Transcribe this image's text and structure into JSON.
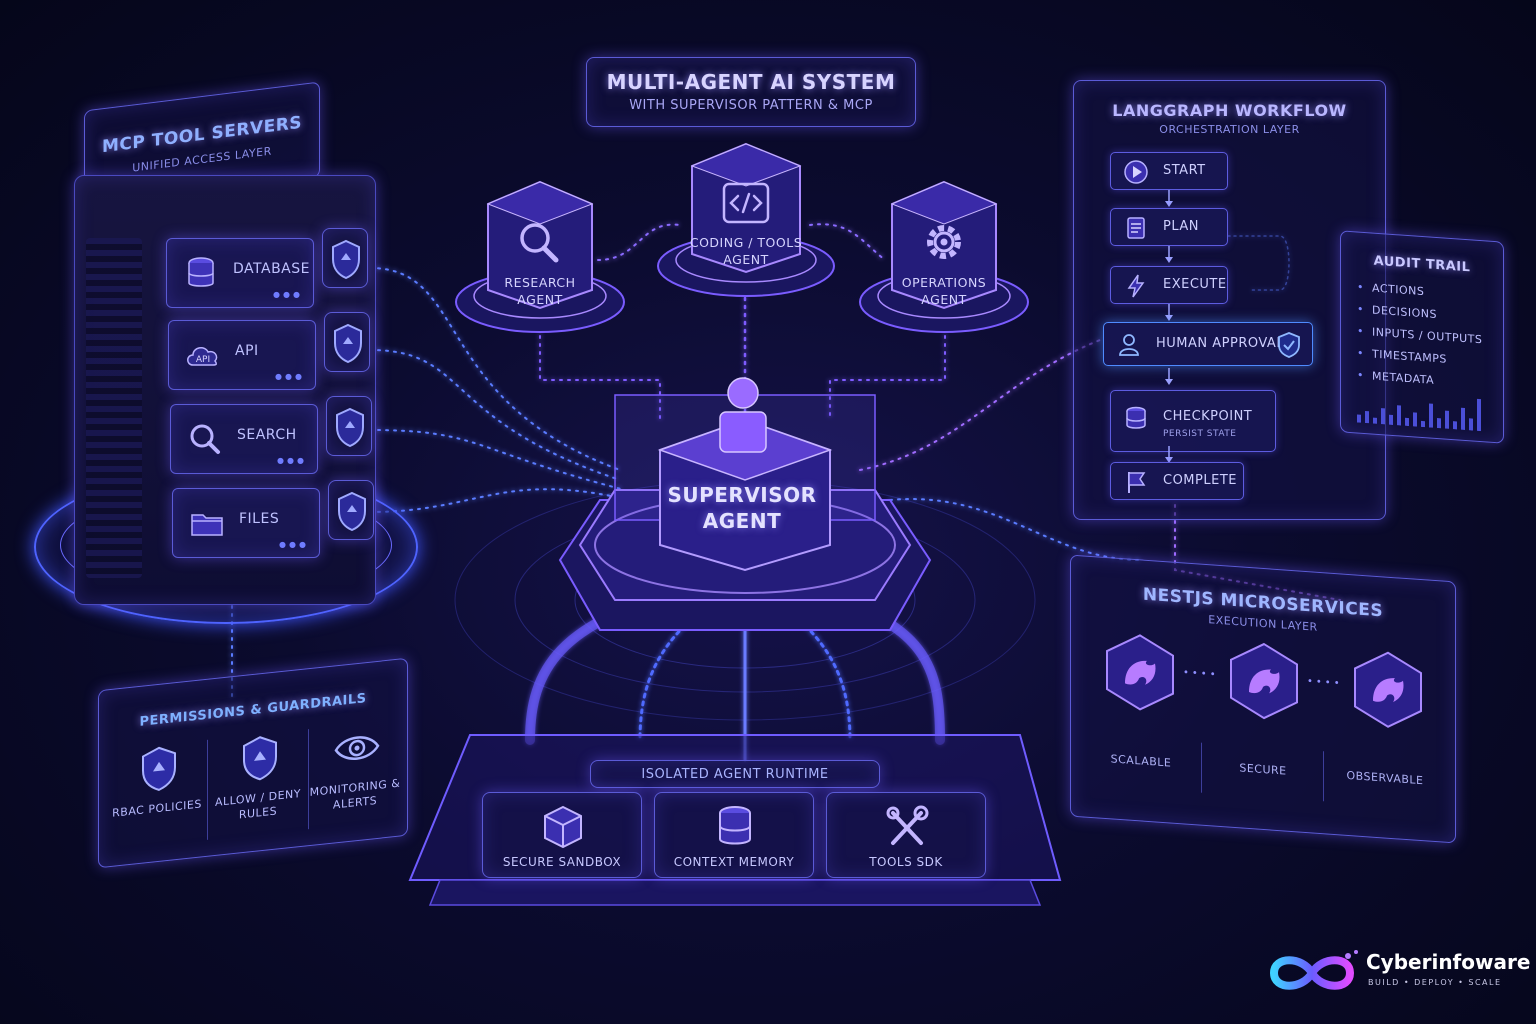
{
  "title": {
    "line1": "MULTI-AGENT AI SYSTEM",
    "line2": "WITH SUPERVISOR PATTERN & MCP"
  },
  "mcp": {
    "title": "MCP TOOL SERVERS",
    "subtitle": "UNIFIED ACCESS LAYER",
    "servers": [
      {
        "label": "DATABASE",
        "icon": "database-icon"
      },
      {
        "label": "API",
        "icon": "cloud-api-icon",
        "icon_text": "API"
      },
      {
        "label": "SEARCH",
        "icon": "search-icon"
      },
      {
        "label": "FILES",
        "icon": "folder-icon"
      }
    ]
  },
  "agents": {
    "research": {
      "line1": "RESEARCH",
      "line2": "AGENT",
      "icon": "magnifier-icon"
    },
    "coding": {
      "line1": "CODING / TOOLS",
      "line2": "AGENT",
      "icon": "code-icon"
    },
    "operations": {
      "line1": "OPERATIONS",
      "line2": "AGENT",
      "icon": "gear-icon"
    }
  },
  "supervisor": {
    "line1": "SUPERVISOR",
    "line2": "AGENT",
    "icon": "person-icon"
  },
  "runtime": {
    "title": "ISOLATED AGENT RUNTIME",
    "items": [
      {
        "label": "SECURE SANDBOX",
        "icon": "cube-icon"
      },
      {
        "label": "CONTEXT MEMORY",
        "icon": "database-icon"
      },
      {
        "label": "TOOLS SDK",
        "icon": "tools-icon"
      }
    ]
  },
  "permissions": {
    "title": "PERMISSIONS & GUARDRAILS",
    "items": [
      {
        "label": "RBAC POLICIES",
        "icon": "shield-icon"
      },
      {
        "label": "ALLOW / DENY RULES",
        "icon": "shield-icon"
      },
      {
        "label": "MONITORING & ALERTS",
        "icon": "eye-icon"
      }
    ]
  },
  "langgraph": {
    "title": "LANGGRAPH WORKFLOW",
    "subtitle": "ORCHESTRATION LAYER",
    "steps": [
      {
        "label": "START",
        "icon": "play-icon"
      },
      {
        "label": "PLAN",
        "icon": "document-icon"
      },
      {
        "label": "EXECUTE",
        "icon": "lightning-icon"
      },
      {
        "label": "HUMAN APPROVAL",
        "icon": "person-icon"
      },
      {
        "label": "CHECKPOINT",
        "sub": "PERSIST STATE",
        "icon": "database-icon"
      },
      {
        "label": "COMPLETE",
        "icon": "flag-icon"
      }
    ]
  },
  "audit": {
    "title": "AUDIT TRAIL",
    "items": [
      "ACTIONS",
      "DECISIONS",
      "INPUTS / OUTPUTS",
      "TIMESTAMPS",
      "METADATA"
    ]
  },
  "nestjs": {
    "title": "NESTJS MICROSERVICES",
    "subtitle": "EXECUTION LAYER",
    "nodes": 3,
    "features": [
      "SCALABLE",
      "SECURE",
      "OBSERVABLE"
    ]
  },
  "logo": {
    "name": "Cyberinfoware",
    "tagline": "BUILD • DEPLOY • SCALE"
  },
  "colors": {
    "accent": "#7b5cff",
    "blue": "#3f6bff",
    "background": "#0b0b2e"
  }
}
